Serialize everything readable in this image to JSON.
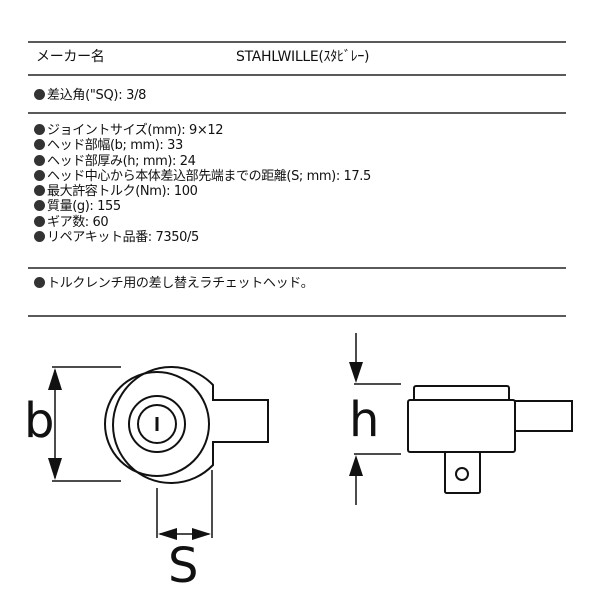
{
  "maker": {
    "label": "メーカー名",
    "value": "STAHLWILLE(ｽﾀﾋﾞﾚｰ)"
  },
  "drive": {
    "text": "差込角(\"SQ): 3/8"
  },
  "specs": [
    {
      "text": "ジョイントサイズ(mm): 9×12"
    },
    {
      "text": "ヘッド部幅(b; mm): 33"
    },
    {
      "text": "ヘッド部厚み(h; mm): 24"
    },
    {
      "text": "ヘッド中心から本体差込部先端までの距離(S; mm): 17.5"
    },
    {
      "text": "最大許容トルク(Nm): 100"
    },
    {
      "text": "質量(g): 155"
    },
    {
      "text": "ギア数: 60"
    },
    {
      "text": "リペアキット品番: 7350/5"
    }
  ],
  "note": {
    "text": "トルクレンチ用の差し替えラチェットヘッド。"
  },
  "diagrams": {
    "top_view": {
      "width_label": "b",
      "distance_label": "S"
    },
    "side_view": {
      "height_label": "h"
    }
  },
  "colors": {
    "text": "#111111",
    "rule": "#5a5a5a",
    "bullet": "#333333",
    "line_art": "#111111"
  }
}
